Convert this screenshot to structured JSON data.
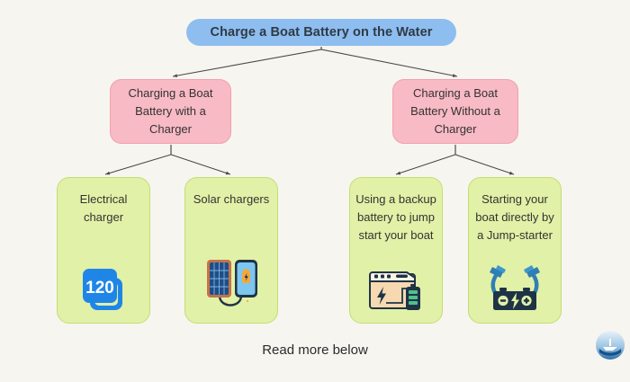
{
  "palette": {
    "background": "#f7f5f0",
    "title_fill": "#8ebdf0",
    "level2_fill": "#f8bac4",
    "level2_border": "#f2a0ae",
    "leaf_fill": "#e1f1a7",
    "leaf_border": "#c4dd74",
    "text": "#333333",
    "connector": "#4a4a4a",
    "icon_blue": "#1f86e8",
    "icon_teal": "#2f7fb5",
    "icon_dark": "#1f3347"
  },
  "diagram": {
    "type": "tree",
    "title": {
      "label": "Charge a Boat Battery on the Water"
    },
    "level2": [
      {
        "id": "with-charger",
        "label": "Charging a Boat Battery with a Charger"
      },
      {
        "id": "without-charger",
        "label": "Charging a Boat Battery Without a Charger"
      }
    ],
    "leaves": [
      {
        "id": "electrical-charger",
        "parent": "with-charger",
        "label": "Electrical charger",
        "icon": "plug-120-icon"
      },
      {
        "id": "solar-chargers",
        "parent": "with-charger",
        "label": "Solar chargers",
        "icon": "solar-panel-phone-icon"
      },
      {
        "id": "backup-battery",
        "parent": "without-charger",
        "label": "Using a backup battery to jump start your boat",
        "icon": "power-station-battery-icon"
      },
      {
        "id": "jump-starter",
        "parent": "without-charger",
        "label": "Starting your boat directly by a Jump-starter",
        "icon": "jumper-cables-battery-icon"
      }
    ]
  },
  "footer": {
    "note": "Read more below",
    "logo": "boat-wave-logo"
  },
  "icons": {
    "plug_120_text": "120"
  }
}
